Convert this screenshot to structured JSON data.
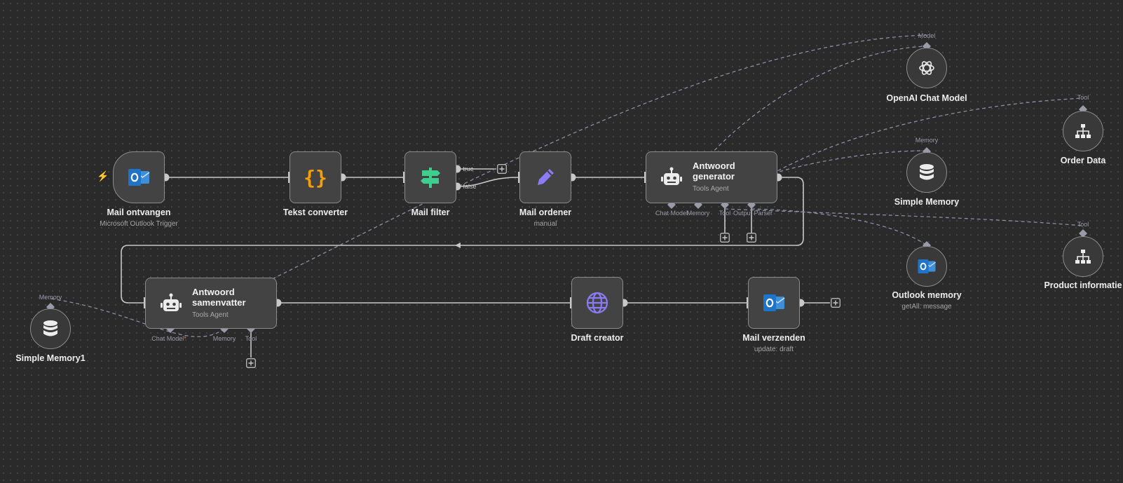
{
  "nodes": {
    "mail_ontvangen": {
      "title": "Mail ontvangen",
      "subtitle": "Microsoft Outlook Trigger",
      "icon": "outlook-icon"
    },
    "tekst_converter": {
      "title": "Tekst converter",
      "icon": "braces-icon"
    },
    "mail_filter": {
      "title": "Mail filter",
      "icon": "signpost-icon",
      "out_true": "true",
      "out_false": "false"
    },
    "mail_ordener": {
      "title": "Mail ordener",
      "subtitle": "manual",
      "icon": "pencil-icon"
    },
    "antwoord_generator": {
      "title": "Antwoord generator",
      "subtitle": "Tools Agent",
      "icon": "robot-icon",
      "ports": {
        "chat_model": "Chat Model",
        "memory": "Memory",
        "tool": "Tool",
        "output_parser": "Output Parser"
      }
    },
    "openai_chat_model": {
      "title": "OpenAI Chat Model",
      "port": "Model",
      "icon": "openai-icon"
    },
    "order_data": {
      "title": "Order Data",
      "port": "Tool",
      "icon": "sitemap-icon"
    },
    "simple_memory": {
      "title": "Simple Memory",
      "port": "Memory",
      "icon": "database-icon"
    },
    "outlook_memory": {
      "title": "Outlook memory",
      "subtitle": "getAll: message",
      "icon": "outlook-icon"
    },
    "product_informatie": {
      "title": "Product informatie",
      "port": "Tool",
      "icon": "sitemap-icon"
    },
    "antwoord_samenvatter": {
      "title": "Antwoord samenvatter",
      "subtitle": "Tools Agent",
      "icon": "robot-icon",
      "ports": {
        "chat_model": "Chat Model",
        "required_mark": "*",
        "memory": "Memory",
        "tool": "Tool"
      }
    },
    "simple_memory1": {
      "title": "Simple Memory1",
      "port": "Memory",
      "icon": "database-icon"
    },
    "draft_creator": {
      "title": "Draft creator",
      "icon": "globe-icon"
    },
    "mail_verzenden": {
      "title": "Mail verzenden",
      "subtitle": "update: draft",
      "icon": "outlook-icon"
    }
  },
  "colors": {
    "canvas": "#2a2a2a",
    "node_bg": "#434343",
    "node_border": "#8b8b8b",
    "edge": "#c8c8c8",
    "dashed_edge": "#8c8ca6",
    "trigger_bolt": "#ff6d5a",
    "braces": "#f59e0b",
    "filter": "#3ecf8e",
    "pencil": "#8b7cf6",
    "globe": "#8b7cf6",
    "outlook": "#1f73c9"
  }
}
